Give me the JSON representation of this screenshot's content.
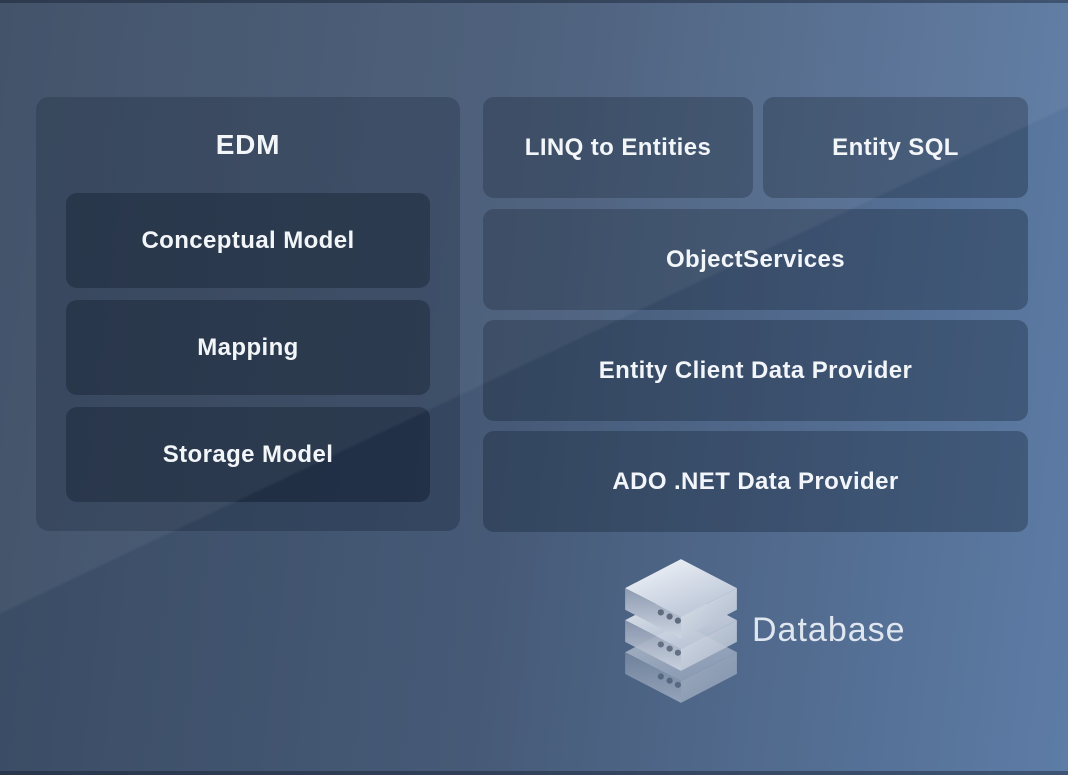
{
  "diagram": {
    "edm_panel": {
      "title": "EDM",
      "items": [
        "Conceptual Model",
        "Mapping",
        "Storage Model"
      ]
    },
    "runtime_boxes": {
      "linq_to_entities": "LINQ to Entities",
      "entity_sql": "Entity SQL",
      "object_services": "ObjectServices",
      "entity_client_data_provider": "Entity Client Data Provider",
      "ado_net_data_provider": "ADO .NET Data Provider"
    },
    "database": {
      "label": "Database",
      "icon": "database-stack-icon"
    }
  },
  "colors": {
    "bg_left": "#394a62",
    "bg_mid": "#465a77",
    "bg_right": "#5d7ca6",
    "panel_overlay": "rgba(18,31,51,0.30)",
    "box_overlay": "rgba(18,31,51,0.34)",
    "inner_overlay": "rgba(8,18,34,0.40)",
    "label_text": "#f2f5f9",
    "database_text": "#dfe6f0",
    "icon_top_light": "#f2f5fa",
    "icon_top_dark": "#b9c4d6",
    "icon_face_left": "#9aa7bd",
    "icon_face_right": "#ccd4e1",
    "icon_dot": "#5f6b7e"
  }
}
